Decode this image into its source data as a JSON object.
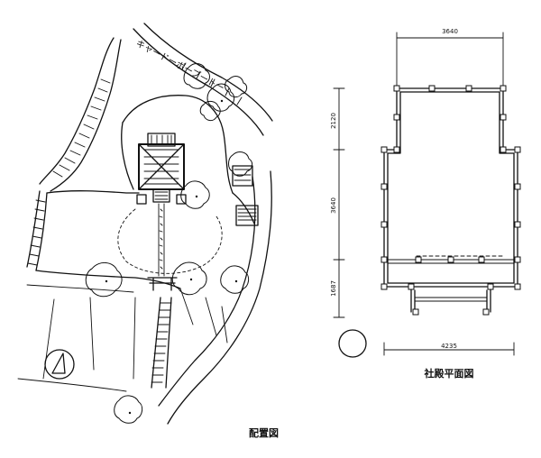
{
  "site_plan": {
    "caption": "配置図",
    "road_label": "キャードーボーブートー"
  },
  "floor_plan": {
    "caption": "社殿平面図",
    "dims": {
      "top_width": "3640",
      "bottom_width": "4235",
      "side_upper": "2120",
      "side_middle": "3640",
      "side_lower": "1687"
    }
  }
}
